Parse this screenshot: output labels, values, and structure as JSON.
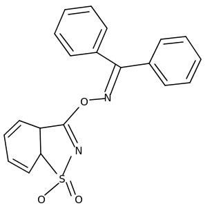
{
  "molecule": {
    "atom_labels": {
      "oxime_oxygen": "O",
      "oxime_nitrogen": "N",
      "ring_nitrogen": "N",
      "sulfur": "S",
      "sulfonyl_oxygen_left": "O",
      "sulfonyl_oxygen_right": "O"
    }
  },
  "colors": {
    "bond": "#000000",
    "label": "#000000",
    "background": "#ffffff"
  }
}
